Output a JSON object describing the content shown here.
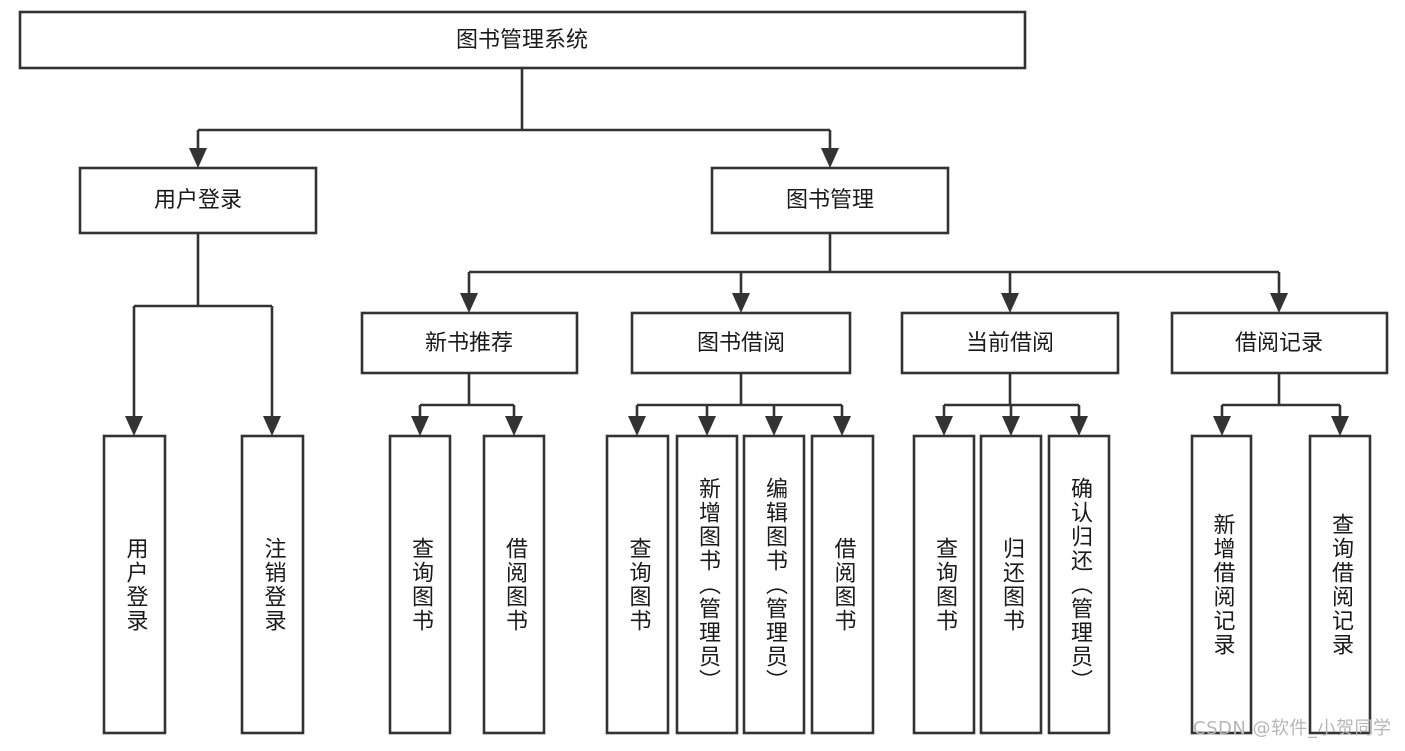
{
  "diagram": {
    "type": "tree-hierarchy-chart",
    "title": "图书管理系统",
    "orientation": "top-down",
    "colors": {
      "box_stroke": "#333333",
      "box_fill": "#ffffff",
      "text": "#1a1a1a",
      "background": "#ffffff",
      "watermark": "#b6b6b6"
    },
    "levels": [
      {
        "level": 1,
        "nodes": [
          {
            "id": "root",
            "label": "图书管理系统",
            "orientation": "horizontal"
          }
        ]
      },
      {
        "level": 2,
        "nodes": [
          {
            "id": "user-login",
            "label": "用户登录",
            "orientation": "horizontal",
            "parent": "root"
          },
          {
            "id": "book-admin",
            "label": "图书管理",
            "orientation": "horizontal",
            "parent": "root"
          }
        ]
      },
      {
        "level": 3,
        "nodes": [
          {
            "id": "new-book-rec",
            "label": "新书推荐",
            "orientation": "horizontal",
            "parent": "book-admin"
          },
          {
            "id": "book-borrow",
            "label": "图书借阅",
            "orientation": "horizontal",
            "parent": "book-admin"
          },
          {
            "id": "current-borrow",
            "label": "当前借阅",
            "orientation": "horizontal",
            "parent": "book-admin"
          },
          {
            "id": "borrow-record",
            "label": "借阅记录",
            "orientation": "horizontal",
            "parent": "book-admin"
          }
        ]
      },
      {
        "level": 4,
        "nodes": [
          {
            "id": "leaf-1",
            "label": "用户登录",
            "orientation": "vertical",
            "parent": "user-login"
          },
          {
            "id": "leaf-2",
            "label": "注销登录",
            "orientation": "vertical",
            "parent": "user-login"
          },
          {
            "id": "leaf-3",
            "label": "查询图书",
            "orientation": "vertical",
            "parent": "new-book-rec"
          },
          {
            "id": "leaf-4",
            "label": "借阅图书",
            "orientation": "vertical",
            "parent": "new-book-rec"
          },
          {
            "id": "leaf-5",
            "label": "查询图书",
            "orientation": "vertical",
            "parent": "book-borrow"
          },
          {
            "id": "leaf-6",
            "label": "新增图书（管理员）",
            "orientation": "vertical",
            "parent": "book-borrow"
          },
          {
            "id": "leaf-7",
            "label": "编辑图书（管理员）",
            "orientation": "vertical",
            "parent": "book-borrow"
          },
          {
            "id": "leaf-8",
            "label": "借阅图书",
            "orientation": "vertical",
            "parent": "book-borrow"
          },
          {
            "id": "leaf-9",
            "label": "查询图书",
            "orientation": "vertical",
            "parent": "current-borrow"
          },
          {
            "id": "leaf-10",
            "label": "归还图书",
            "orientation": "vertical",
            "parent": "current-borrow"
          },
          {
            "id": "leaf-11",
            "label": "确认归还（管理员）",
            "orientation": "vertical",
            "parent": "current-borrow"
          },
          {
            "id": "leaf-12",
            "label": "新增借阅记录",
            "orientation": "vertical",
            "parent": "borrow-record"
          },
          {
            "id": "leaf-13",
            "label": "查询借阅记录",
            "orientation": "vertical",
            "parent": "borrow-record"
          }
        ]
      }
    ],
    "watermark": "CSDN @软件_小贺同学"
  }
}
